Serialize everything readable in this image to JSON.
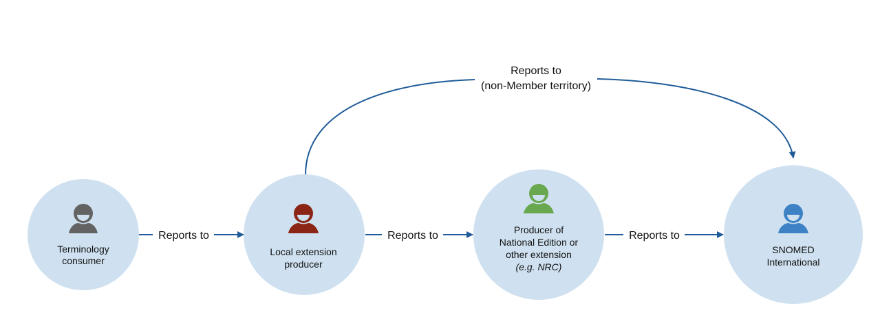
{
  "diagram": {
    "colors": {
      "node_fill": "#cfe1f0",
      "edge": "#1f5b99"
    },
    "nodes": [
      {
        "id": "consumer",
        "icon": "person-icon",
        "icon_color": "#636363",
        "lines": [
          "Terminology",
          "consumer"
        ],
        "italic_line": ""
      },
      {
        "id": "local",
        "icon": "person-icon",
        "icon_color": "#8b2516",
        "lines": [
          "Local extension",
          "producer"
        ],
        "italic_line": ""
      },
      {
        "id": "national",
        "icon": "person-icon",
        "icon_color": "#69a84f",
        "lines": [
          "Producer of",
          "National Edition or",
          "other extension"
        ],
        "italic_line": "(e.g. NRC)"
      },
      {
        "id": "snomed",
        "icon": "person-icon",
        "icon_color": "#3d82c4",
        "lines": [
          "SNOMED",
          "International"
        ],
        "italic_line": ""
      }
    ],
    "edges": [
      {
        "from": "consumer",
        "to": "local",
        "label": "Reports to"
      },
      {
        "from": "local",
        "to": "national",
        "label": "Reports to"
      },
      {
        "from": "national",
        "to": "snomed",
        "label": "Reports to"
      },
      {
        "from": "local",
        "to": "snomed",
        "label_lines": [
          "Reports to",
          "(non-Member territory)"
        ]
      }
    ]
  }
}
